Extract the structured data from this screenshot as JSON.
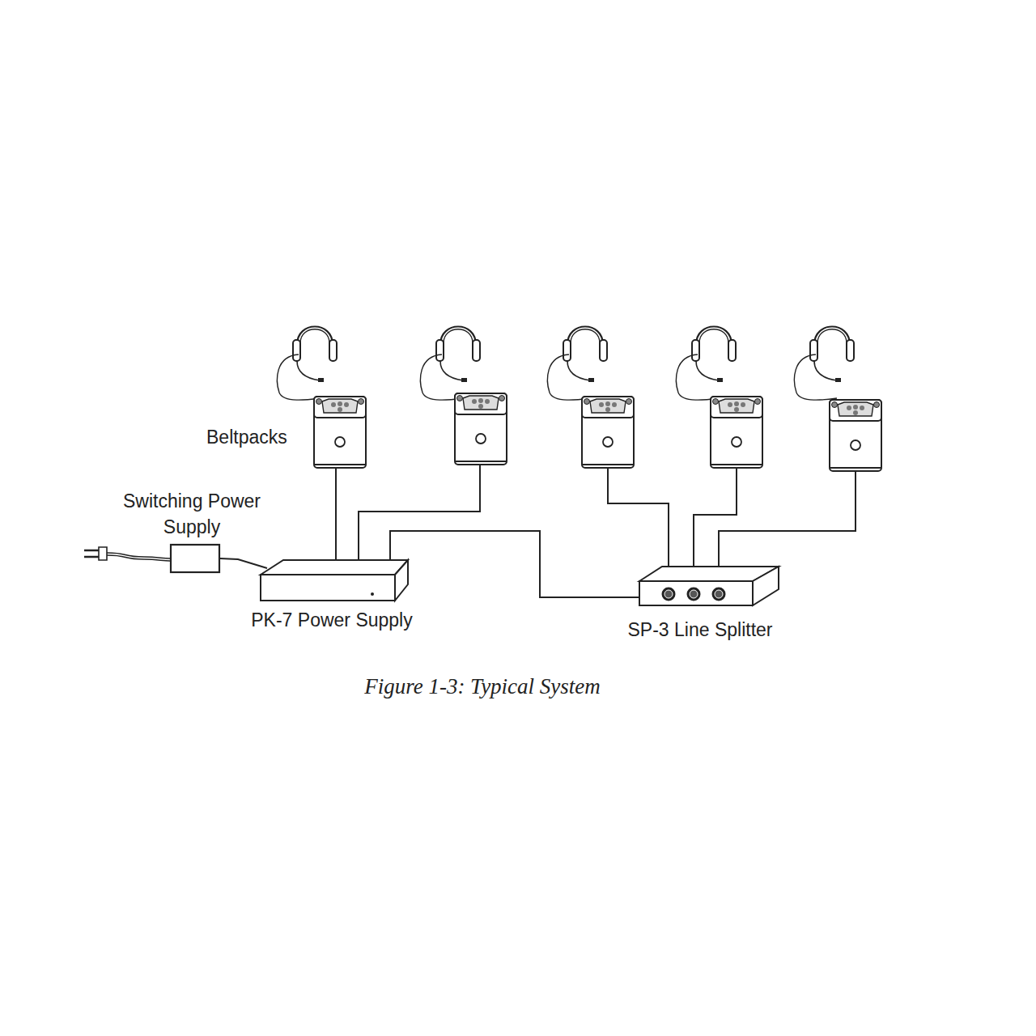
{
  "diagram": {
    "caption": "Figure 1-3: Typical System",
    "nodes": [
      {
        "text": [
          "Switching Power Supply"
        ]
      },
      {
        "text": [
          "PK-7 Power Supply"
        ]
      },
      {
        "text": [
          "SP-3 Line Splitter"
        ]
      }
    ],
    "edges": [
      {
        "from": 0,
        "to": 1,
        "arrow": "none"
      },
      {
        "from": 1,
        "to": 2,
        "arrow": "none"
      }
    ],
    "labels": [
      "Beltpacks"
    ]
  }
}
